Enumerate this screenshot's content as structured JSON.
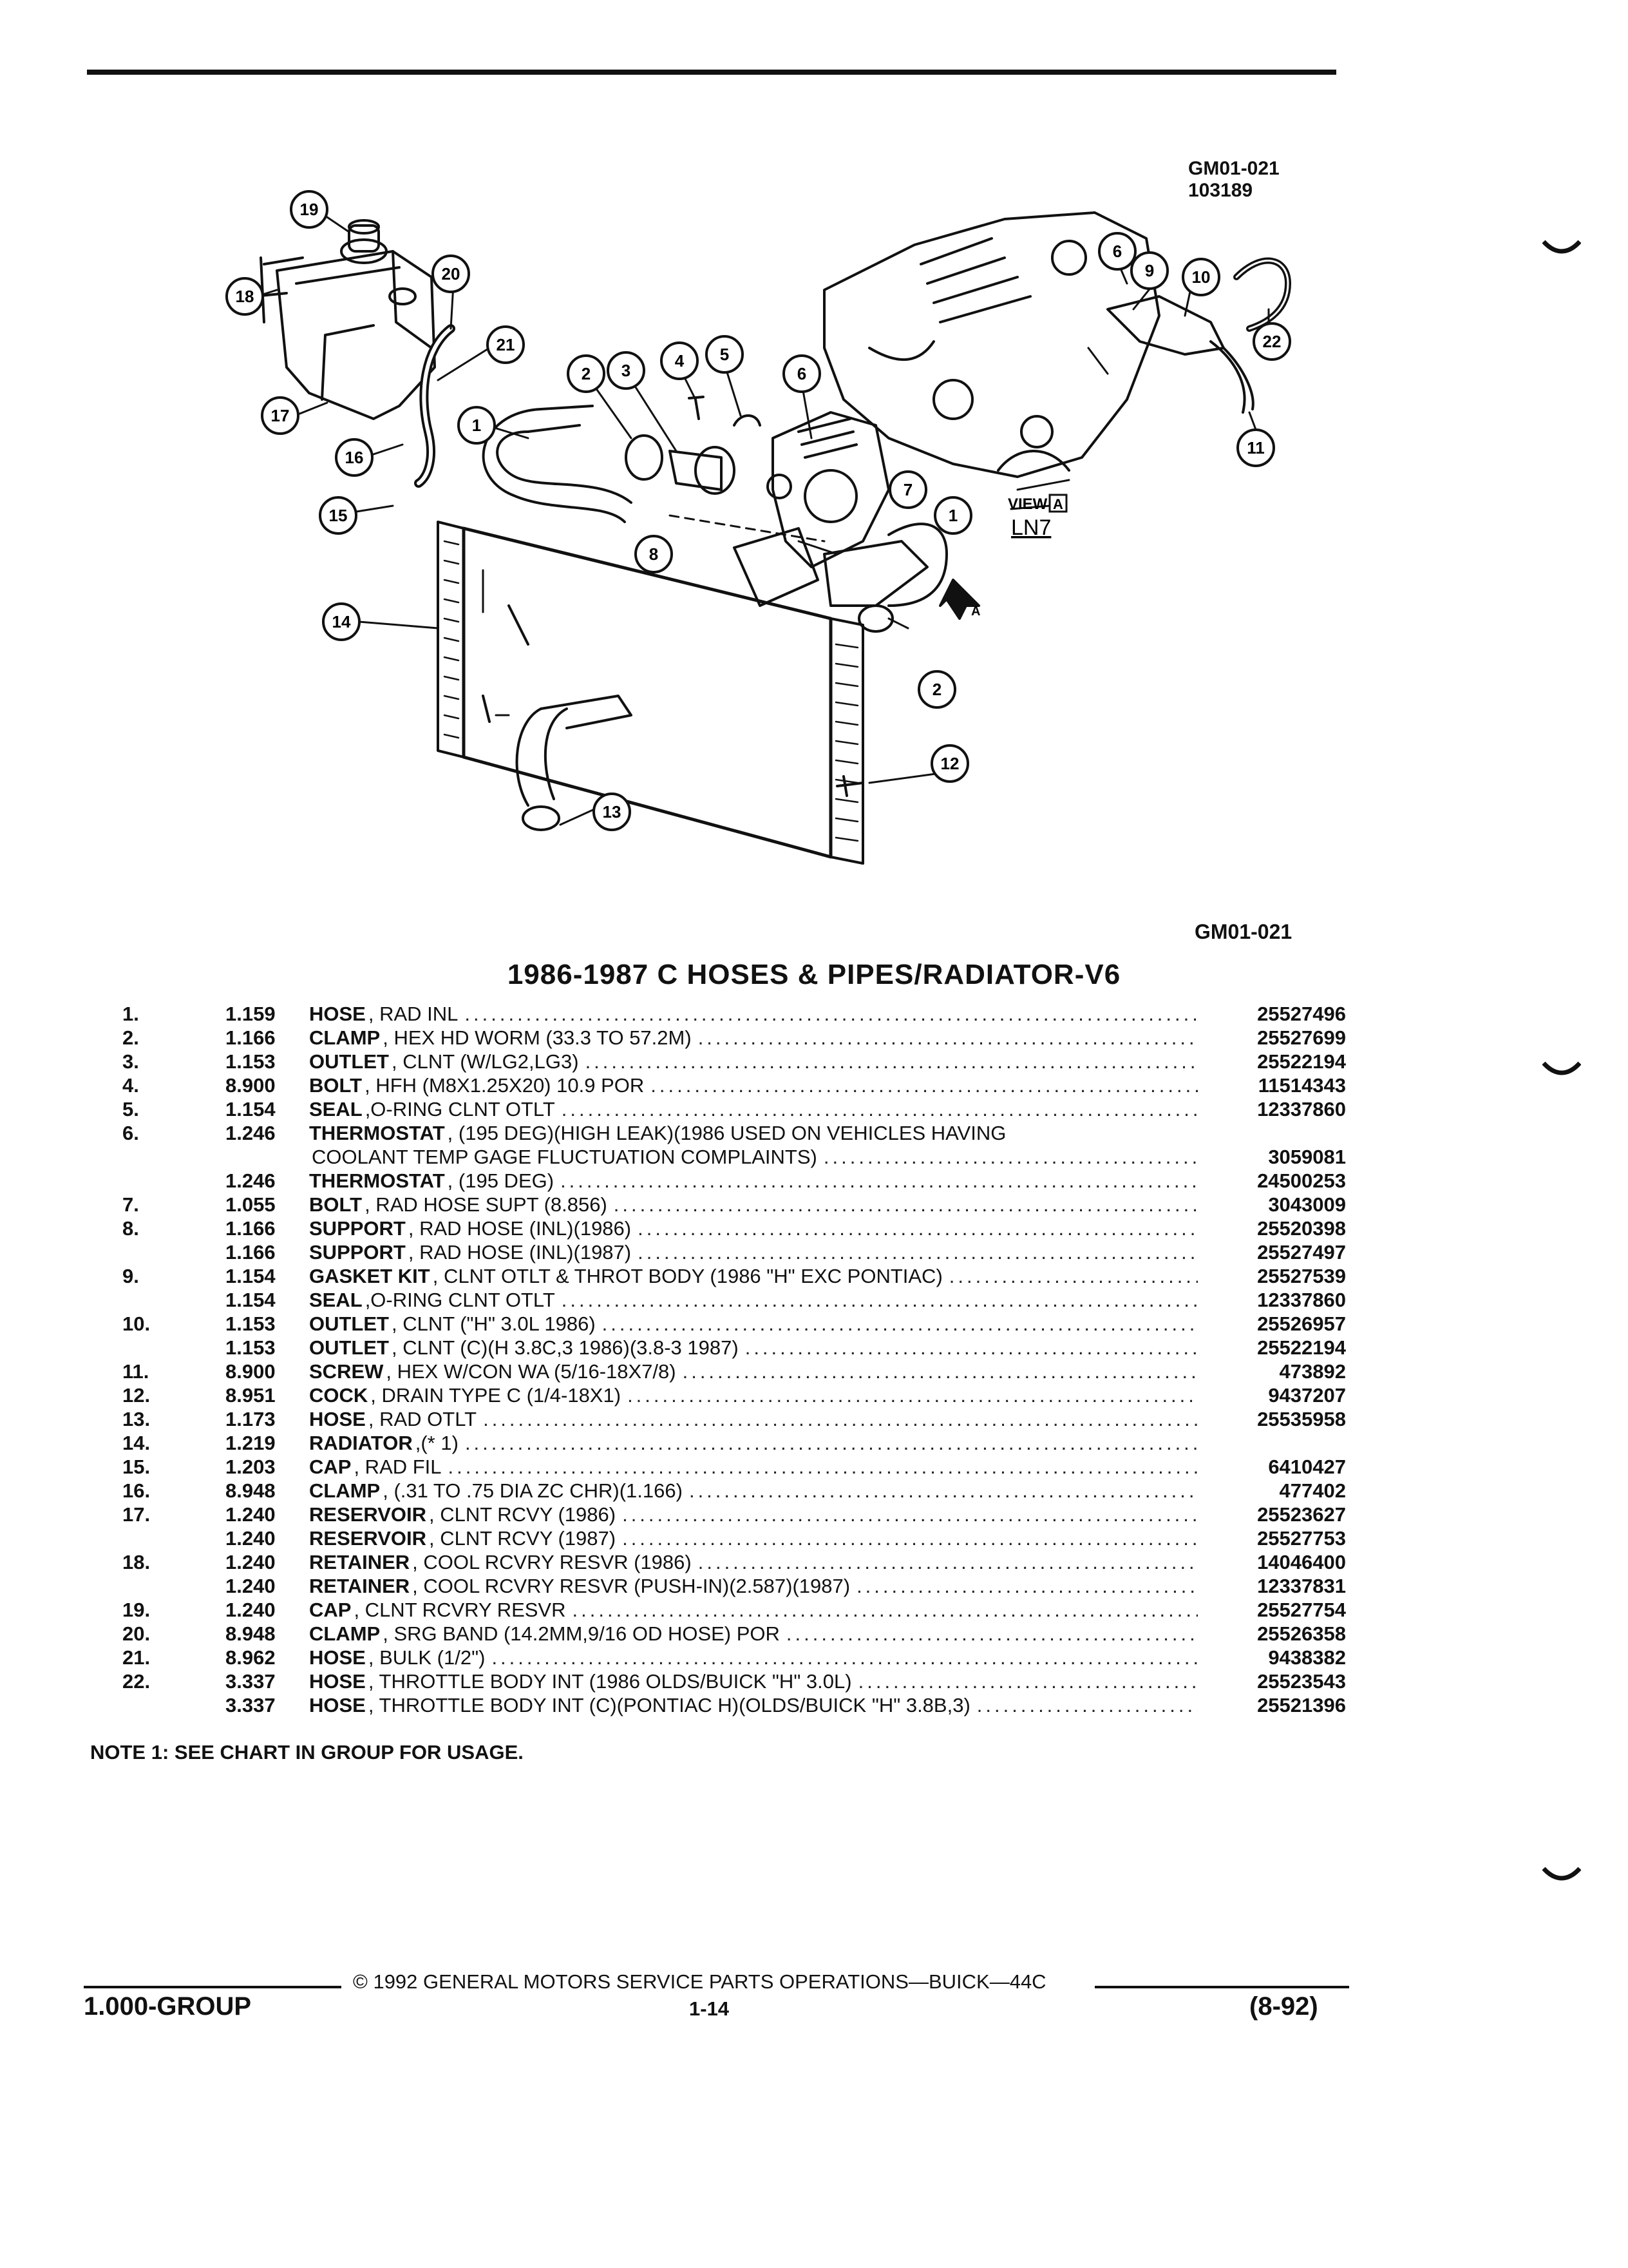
{
  "diagram": {
    "figure_id": "GM01-021",
    "figure_number": "103189",
    "view_label": "VIEW",
    "view_letter": "A",
    "view_engine": "LN7",
    "arrow_letter": "A",
    "callouts": [
      "1",
      "1",
      "2",
      "2",
      "3",
      "4",
      "5",
      "6",
      "6",
      "7",
      "8",
      "9",
      "10",
      "11",
      "12",
      "13",
      "14",
      "15",
      "16",
      "17",
      "18",
      "19",
      "20",
      "21",
      "22"
    ]
  },
  "figure_caption": "GM01-021",
  "title": "1986-1987 C HOSES & PIPES/RADIATOR-V6",
  "parts": [
    {
      "ref": "1.",
      "group": "1.159",
      "name": "HOSE",
      "detail": ", RAD INL",
      "part": "25527496"
    },
    {
      "ref": "2.",
      "group": "1.166",
      "name": "CLAMP",
      "detail": ", HEX HD WORM (33.3 TO 57.2M)",
      "part": "25527699"
    },
    {
      "ref": "3.",
      "group": "1.153",
      "name": "OUTLET",
      "detail": ", CLNT (W/LG2,LG3)",
      "part": "25522194"
    },
    {
      "ref": "4.",
      "group": "8.900",
      "name": "BOLT",
      "detail": ", HFH (M8X1.25X20) 10.9 POR",
      "part": "11514343"
    },
    {
      "ref": "5.",
      "group": "1.154",
      "name": "SEAL",
      "detail": ",O-RING CLNT OTLT",
      "part": "12337860"
    },
    {
      "ref": "6.",
      "group": "1.246",
      "name": "THERMOSTAT",
      "detail": ", (195 DEG)(HIGH LEAK)(1986 USED ON VEHICLES HAVING",
      "part": "",
      "noleader": true
    },
    {
      "ref": "",
      "group": "",
      "name": "",
      "detail": "COOLANT TEMP GAGE FLUCTUATION COMPLAINTS)",
      "part": "3059081"
    },
    {
      "ref": "",
      "group": "1.246",
      "name": "THERMOSTAT",
      "detail": ", (195 DEG)",
      "part": "24500253"
    },
    {
      "ref": "7.",
      "group": "1.055",
      "name": "BOLT",
      "detail": ", RAD HOSE SUPT (8.856)",
      "part": "3043009"
    },
    {
      "ref": "8.",
      "group": "1.166",
      "name": "SUPPORT",
      "detail": ", RAD HOSE (INL)(1986)",
      "part": "25520398"
    },
    {
      "ref": "",
      "group": "1.166",
      "name": "SUPPORT",
      "detail": ", RAD HOSE (INL)(1987)",
      "part": "25527497"
    },
    {
      "ref": "9.",
      "group": "1.154",
      "name": "GASKET KIT",
      "detail": ", CLNT OTLT & THROT BODY (1986 \"H\" EXC PONTIAC)",
      "part": "25527539"
    },
    {
      "ref": "",
      "group": "1.154",
      "name": "SEAL",
      "detail": ",O-RING CLNT OTLT",
      "part": "12337860"
    },
    {
      "ref": "10.",
      "group": "1.153",
      "name": "OUTLET",
      "detail": ", CLNT (\"H\" 3.0L 1986)",
      "part": "25526957"
    },
    {
      "ref": "",
      "group": "1.153",
      "name": "OUTLET",
      "detail": ", CLNT (C)(H 3.8C,3 1986)(3.8-3 1987)",
      "part": "25522194"
    },
    {
      "ref": "11.",
      "group": "8.900",
      "name": "SCREW",
      "detail": ", HEX W/CON WA (5/16-18X7/8)",
      "part": "473892"
    },
    {
      "ref": "12.",
      "group": "8.951",
      "name": "COCK",
      "detail": ", DRAIN TYPE C (1/4-18X1)",
      "part": "9437207"
    },
    {
      "ref": "13.",
      "group": "1.173",
      "name": "HOSE",
      "detail": ", RAD OTLT",
      "part": "25535958"
    },
    {
      "ref": "14.",
      "group": "1.219",
      "name": "RADIATOR",
      "detail": ",(* 1)",
      "part": ""
    },
    {
      "ref": "15.",
      "group": "1.203",
      "name": "CAP",
      "detail": ", RAD FIL",
      "part": "6410427"
    },
    {
      "ref": "16.",
      "group": "8.948",
      "name": "CLAMP",
      "detail": ", (.31 TO .75 DIA ZC CHR)(1.166)",
      "part": "477402"
    },
    {
      "ref": "17.",
      "group": "1.240",
      "name": "RESERVOIR",
      "detail": ", CLNT RCVY (1986)",
      "part": "25523627"
    },
    {
      "ref": "",
      "group": "1.240",
      "name": "RESERVOIR",
      "detail": ", CLNT RCVY (1987)",
      "part": "25527753"
    },
    {
      "ref": "18.",
      "group": "1.240",
      "name": "RETAINER",
      "detail": ", COOL RCVRY RESVR (1986)",
      "part": "14046400"
    },
    {
      "ref": "",
      "group": "1.240",
      "name": "RETAINER",
      "detail": ", COOL RCVRY RESVR (PUSH-IN)(2.587)(1987)",
      "part": "12337831"
    },
    {
      "ref": "19.",
      "group": "1.240",
      "name": "CAP",
      "detail": ", CLNT RCVRY RESVR",
      "part": "25527754"
    },
    {
      "ref": "20.",
      "group": "8.948",
      "name": "CLAMP",
      "detail": ", SRG BAND (14.2MM,9/16 OD HOSE) POR",
      "part": "25526358"
    },
    {
      "ref": "21.",
      "group": "8.962",
      "name": "HOSE",
      "detail": ", BULK (1/2\")",
      "part": "9438382"
    },
    {
      "ref": "22.",
      "group": "3.337",
      "name": "HOSE",
      "detail": ", THROTTLE BODY INT (1986 OLDS/BUICK \"H\" 3.0L)",
      "part": "25523543"
    },
    {
      "ref": "",
      "group": "3.337",
      "name": "HOSE",
      "detail": ", THROTTLE BODY INT (C)(PONTIAC H)(OLDS/BUICK \"H\" 3.8B,3)",
      "part": "25521396"
    }
  ],
  "note": "NOTE  1:  SEE CHART IN GROUP FOR USAGE.",
  "footer": {
    "copyright": "© 1992 GENERAL MOTORS SERVICE PARTS OPERATIONS—BUICK—44C",
    "group": "1.000-GROUP",
    "page": "1-14",
    "date": "(8-92)"
  }
}
